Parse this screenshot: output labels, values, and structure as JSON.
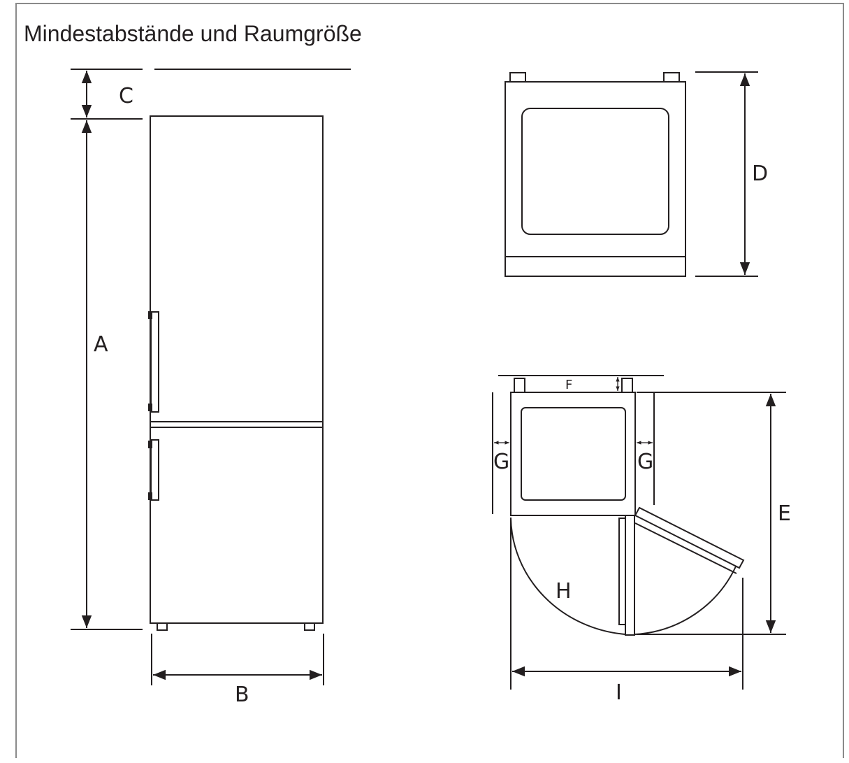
{
  "title": "Mindestabstände und Raumgröße",
  "labels": {
    "A": "A",
    "B": "B",
    "C": "C",
    "D": "D",
    "E": "E",
    "F": "F",
    "G_left": "G",
    "G_right": "G",
    "H": "H",
    "I": "I"
  }
}
